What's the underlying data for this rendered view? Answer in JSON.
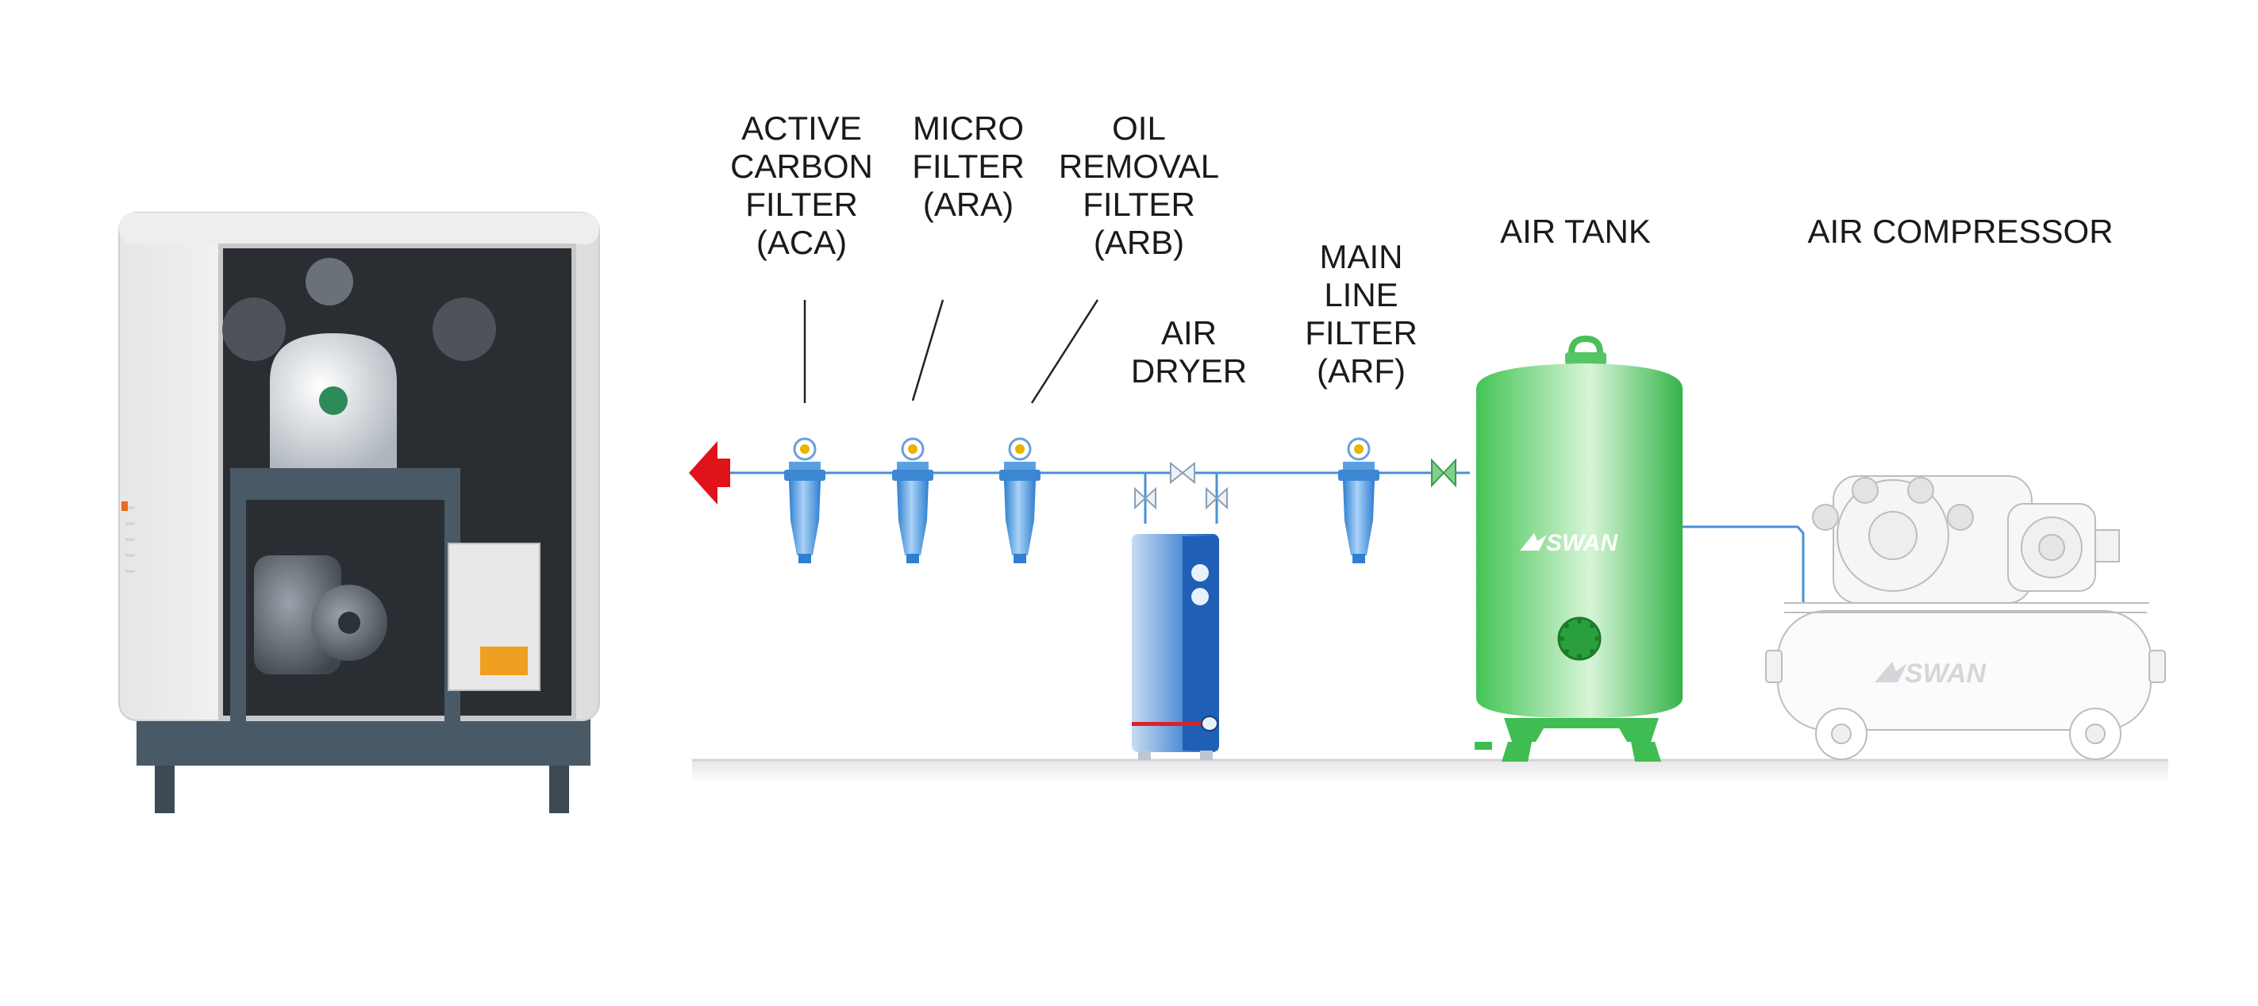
{
  "labels": {
    "active_carbon": [
      "ACTIVE",
      "CARBON",
      "FILTER",
      "(ACA)"
    ],
    "micro": [
      "MICRO",
      "FILTER",
      "(ARA)"
    ],
    "oil_removal": [
      "OIL",
      "REMOVAL",
      "FILTER",
      "(ARB)"
    ],
    "air_dryer": [
      "AIR",
      "DRYER"
    ],
    "main_line": [
      "MAIN",
      "LINE",
      "FILTER",
      "(ARF)"
    ],
    "air_tank": [
      "AIR TANK"
    ],
    "air_compressor": [
      "AIR COMPRESSOR"
    ]
  },
  "logo_text": "SWAN",
  "colors": {
    "pipe": "#4a90d9",
    "filter_blue": "#5aa0e0",
    "dryer_blue": "#3b7fd0",
    "tank_green": "#5ad06a",
    "arrow_red": "#e0121a",
    "floor": "#e3e3e3",
    "cabinet_white": "#f2f2f2",
    "frame_gray": "#4a5966"
  }
}
